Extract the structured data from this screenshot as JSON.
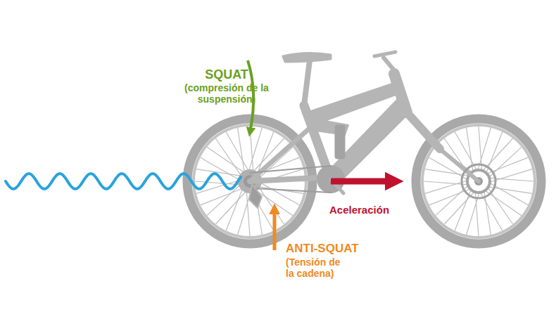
{
  "diagram": {
    "labels": [
      "SQUAT",
      "(compresión de la suspensión)",
      "Aceleración",
      "ANTI-SQUAT",
      "(Tensión de la cadena)"
    ]
  }
}
